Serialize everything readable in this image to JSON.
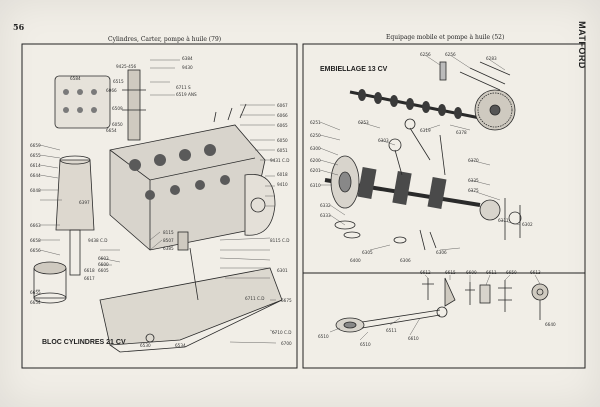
{
  "page": {
    "number": "56",
    "brand": "MATFORD"
  },
  "left_panel": {
    "title": "Cylindres, Carter, pompe à huile (79)",
    "caption": "BLOC CYLINDRES 21 CV",
    "part_numbers": [
      "6384",
      "9425-456",
      "9430",
      "6584",
      "6515",
      "6066",
      "6509",
      "6050",
      "6711 S",
      "6519 ANS",
      "6654",
      "6067",
      "6066",
      "6065",
      "6050",
      "6051",
      "9431 C.D",
      "6659",
      "6655",
      "6614",
      "6644",
      "6048",
      "6397",
      "6018",
      "9410",
      "9438 C.D",
      "6663",
      "6658",
      "6656",
      "6655",
      "6654",
      "6618",
      "6617",
      "6603",
      "6600",
      "6605",
      "8115",
      "8507",
      "6385",
      "8115 C.D",
      "6301",
      "6530",
      "6534",
      "6711 C.D",
      "6675",
      "6710 C.D",
      "6700"
    ]
  },
  "right_panel": {
    "title": "Equipage mobile et pompe à huile (52)",
    "caption": "EMBIELLAGE 13 CV",
    "part_numbers": [
      "6256",
      "6256",
      "6283",
      "6251",
      "6250",
      "6253",
      "6300",
      "6303",
      "6319",
      "6200",
      "6201",
      "6378",
      "6370",
      "6335",
      "6375",
      "6310",
      "6332",
      "6333",
      "6305",
      "6306",
      "6311",
      "6302",
      "6400",
      "6306",
      "6510",
      "6510",
      "6511",
      "6610",
      "6612",
      "6615",
      "6600",
      "6611",
      "6650",
      "6613",
      "6640"
    ]
  }
}
